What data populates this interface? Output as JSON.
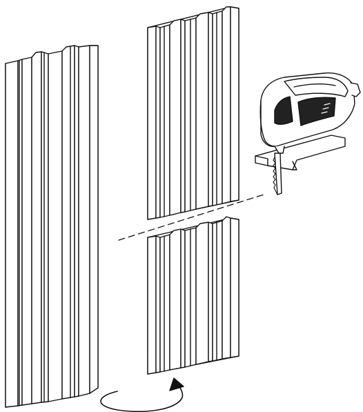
{
  "illustration": {
    "kind": "instructional line drawing",
    "steps": [
      {
        "id": "full-panel",
        "icon": "fluted-wall-panel-icon"
      },
      {
        "id": "cut-panel",
        "icon": "fluted-wall-panel-icon"
      },
      {
        "id": "cut-line",
        "icon": "dashed-cut-line-icon"
      },
      {
        "id": "tool",
        "icon": "jigsaw-icon"
      },
      {
        "id": "rotate",
        "icon": "rotate-arrow-icon"
      }
    ],
    "colors": {
      "stroke": "#111111",
      "fill": "#ffffff",
      "tool_body": "#ffffff"
    }
  }
}
